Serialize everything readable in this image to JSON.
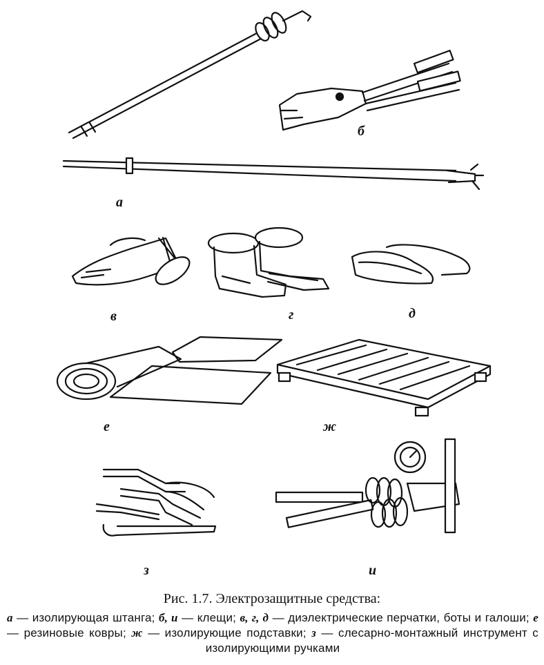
{
  "labels": {
    "a": "а",
    "b": "б",
    "v": "в",
    "g": "г",
    "d": "д",
    "e": "е",
    "zh": "ж",
    "z": "з",
    "i": "и"
  },
  "caption": "Рис. 1.7. Электрозащитные средства:",
  "legend": [
    {
      "key": "а",
      "text": " — изолирующая штанга; "
    },
    {
      "key": "б, и",
      "text": " — клещи; "
    },
    {
      "key": "в, г, д",
      "text": " — диэлектрические перчатки, боты и галоши; "
    },
    {
      "key": "е",
      "text": " — резиновые ковры; "
    },
    {
      "key": "ж",
      "text": " — изолирующие подставки; "
    },
    {
      "key": "з",
      "text": " — слесарно-монтажный инструмент с изолирующими ручками"
    }
  ]
}
